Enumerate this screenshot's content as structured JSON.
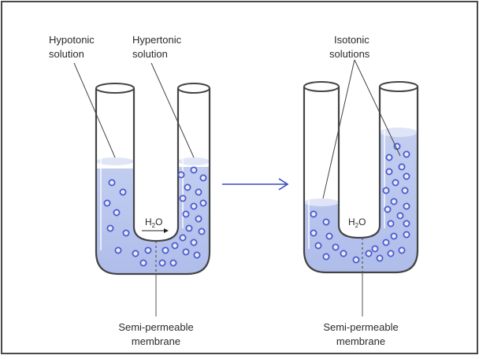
{
  "labels": {
    "hypotonic_line1": "Hypotonic",
    "hypotonic_line2": "solution",
    "hypertonic_line1": "Hypertonic",
    "hypertonic_line2": "solution",
    "isotonic_line1": "Isotonic",
    "isotonic_line2": "solutions",
    "water_h": "H",
    "water_sub": "2",
    "water_o": "O",
    "membrane_left_line1": "Semi-permeable",
    "membrane_left_line2": "membrane",
    "membrane_right_line1": "Semi-permeable",
    "membrane_right_line2": "membrane"
  },
  "colors": {
    "frame": "#4a4a4a",
    "tube_outline": "#444444",
    "liquid": "#b5c3ec",
    "liquid_top": "#d6def5",
    "particle": "#4a5bd0",
    "arrow": "#3848b8",
    "leader_line": "#444444"
  }
}
